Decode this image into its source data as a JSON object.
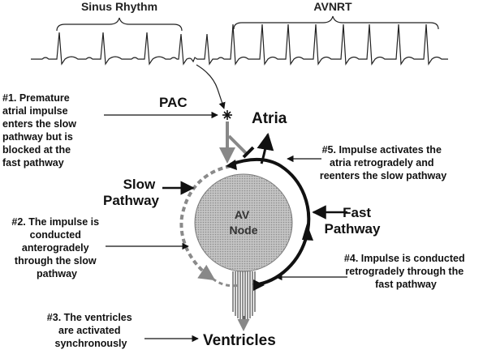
{
  "ecg": {
    "sinus_label": "Sinus Rhythm",
    "avnrt_label": "AVNRT"
  },
  "labels": {
    "pac": "PAC",
    "atria": "Atria",
    "slow_pathway": [
      "Slow",
      "Pathway"
    ],
    "fast_pathway": [
      "Fast",
      "Pathway"
    ],
    "av_node": [
      "AV",
      "Node"
    ],
    "ventricles": "Ventricles"
  },
  "annotations": {
    "step1": [
      "#1. Premature",
      "atrial impulse",
      "enters the slow",
      "pathway but is",
      "blocked at the",
      "fast pathway"
    ],
    "step2": [
      "#2. The impulse is",
      "conducted",
      "anterogradely",
      "through the slow",
      "pathway"
    ],
    "step3": [
      "#3. The ventricles",
      "are activated",
      "synchronously"
    ],
    "step4": [
      "#4. Impulse is conducted",
      "retrogradely through the",
      "fast pathway"
    ],
    "step5": [
      "#5. Impulse activates the",
      "atria retrogradely and",
      "reenters the slow pathway"
    ]
  },
  "colors": {
    "node_fill": "#b5b5b5",
    "slow_pathway": "#8a8a8a",
    "fast_pathway": "#111111",
    "ink": "#111111"
  }
}
